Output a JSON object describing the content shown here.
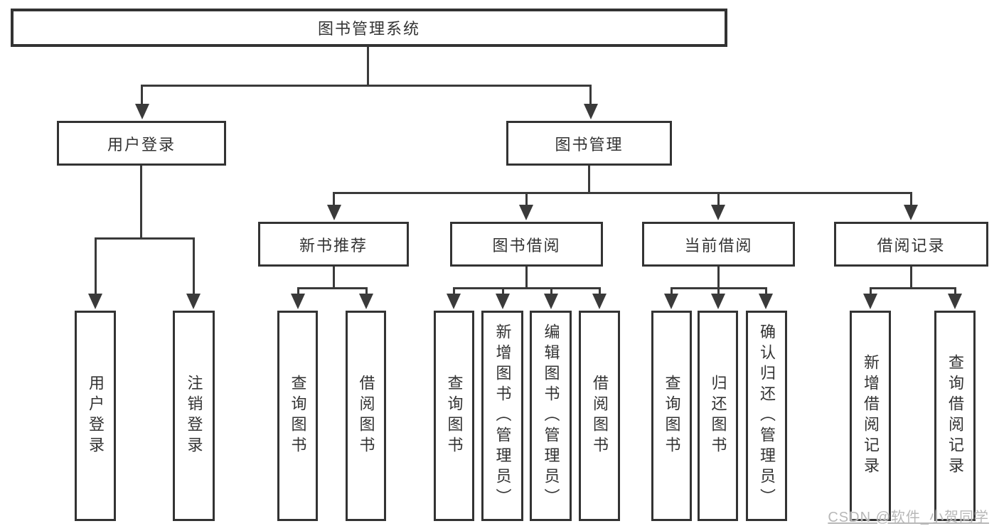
{
  "diagram": {
    "title": "图书管理系统",
    "type": "hierarchy-tree",
    "colors": {
      "line": "#3a3a3a",
      "box_border": "#333333",
      "box_fill": "#ffffff",
      "text": "#333333",
      "watermark": "#b8b8b8",
      "background": "#ffffff"
    },
    "watermark": "CSDN @软件_小贺同学",
    "nodes": {
      "root": {
        "label": "图书管理系统"
      },
      "user_login_parent": {
        "label": "用户登录"
      },
      "book_mgmt": {
        "label": "图书管理"
      },
      "ul_login": {
        "label": "用户登录"
      },
      "ul_logout": {
        "label": "注销登录"
      },
      "new_book_rec": {
        "label": "新书推荐"
      },
      "book_borrow": {
        "label": "图书借阅"
      },
      "current_borrow": {
        "label": "当前借阅"
      },
      "borrow_records": {
        "label": "借阅记录"
      },
      "nbr_query_books": {
        "label": "查询图书"
      },
      "nbr_borrow_books": {
        "label": "借阅图书"
      },
      "bb_query_books": {
        "label": "查询图书"
      },
      "bb_add_books": {
        "label": "新增图书（管理员）"
      },
      "bb_edit_books": {
        "label": "编辑图书（管理员）"
      },
      "bb_borrow_books": {
        "label": "借阅图书"
      },
      "cb_query_books": {
        "label": "查询图书"
      },
      "cb_return_books": {
        "label": "归还图书"
      },
      "cb_confirm_return": {
        "label": "确认归还（管理员）"
      },
      "br_add_record": {
        "label": "新增借阅记录"
      },
      "br_query_record": {
        "label": "查询借阅记录"
      }
    },
    "hierarchy": {
      "图书管理系统": {
        "用户登录": [
          "用户登录",
          "注销登录"
        ],
        "图书管理": {
          "新书推荐": [
            "查询图书",
            "借阅图书"
          ],
          "图书借阅": [
            "查询图书",
            "新增图书（管理员）",
            "编辑图书（管理员）",
            "借阅图书"
          ],
          "当前借阅": [
            "查询图书",
            "归还图书",
            "确认归还（管理员）"
          ],
          "借阅记录": [
            "新增借阅记录",
            "查询借阅记录"
          ]
        }
      }
    }
  }
}
